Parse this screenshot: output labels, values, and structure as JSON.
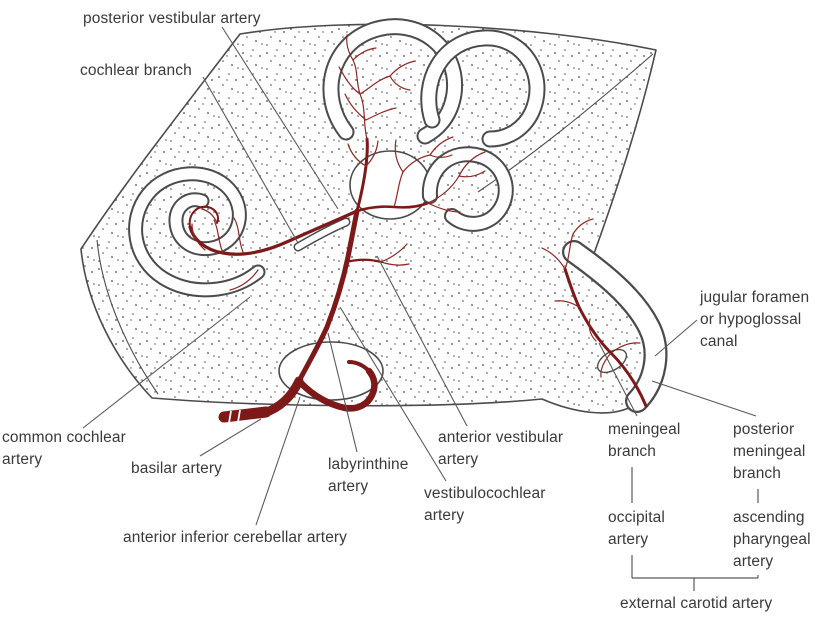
{
  "labels": {
    "posterior_vestibular_artery": "posterior vestibular artery",
    "cochlear_branch": "cochlear branch",
    "jugular_foramen": "jugular foramen\nor hypoglossal\ncanal",
    "common_cochlear_artery": "common cochlear\nartery",
    "basilar_artery": "basilar artery",
    "labyrinthine_artery": "labyrinthine\nartery",
    "anterior_vestibular_artery": "anterior vestibular\nartery",
    "vestibulocochlear_artery": "vestibulocochlear\nartery",
    "anterior_inferior_cerebellar_artery": "anterior inferior cerebellar artery",
    "meningeal_branch": "meningeal\nbranch",
    "posterior_meningeal_branch": "posterior\nmeningeal\nbranch",
    "occipital_artery": "occipital\nartery",
    "ascending_pharyngeal_artery": "ascending\npharyngeal\nartery",
    "external_carotid_artery": "external carotid artery"
  },
  "colors": {
    "artery": "#7d1919",
    "capillary": "#8f2723",
    "outline": "#4b4b4b",
    "text": "#3a3a3a"
  }
}
